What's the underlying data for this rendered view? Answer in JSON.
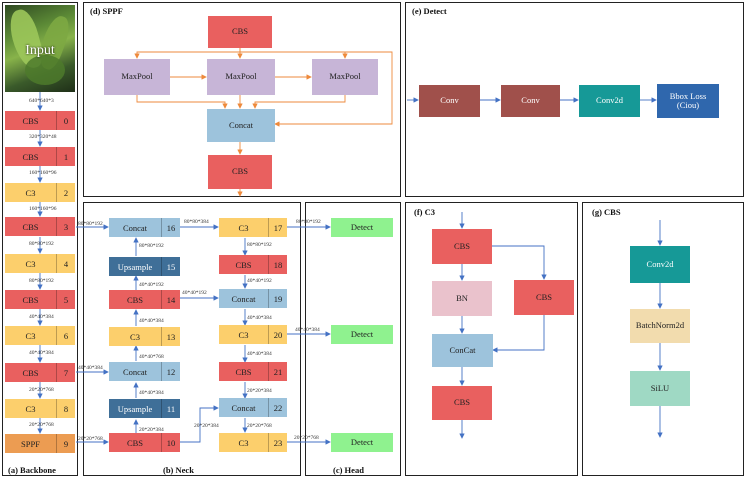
{
  "input_label": "Input",
  "backbone": {
    "caption": "(a) Backbone",
    "modules": [
      {
        "name": "CBS",
        "idx": "0"
      },
      {
        "name": "CBS",
        "idx": "1"
      },
      {
        "name": "C3",
        "idx": "2"
      },
      {
        "name": "CBS",
        "idx": "3"
      },
      {
        "name": "C3",
        "idx": "4"
      },
      {
        "name": "CBS",
        "idx": "5"
      },
      {
        "name": "C3",
        "idx": "6"
      },
      {
        "name": "CBS",
        "idx": "7"
      },
      {
        "name": "C3",
        "idx": "8"
      },
      {
        "name": "SPPF",
        "idx": "9"
      }
    ],
    "sizes": [
      "640*640*3",
      "320*320*48",
      "160*160*96",
      "160*160*96",
      "80*80*192",
      "80*80*192",
      "40*40*384",
      "40*40*384",
      "20*20*768",
      "20*20*768"
    ]
  },
  "neck": {
    "caption": "(b) Neck",
    "left": [
      {
        "name": "Concat",
        "idx": "16"
      },
      {
        "name": "Upsample",
        "idx": "15"
      },
      {
        "name": "CBS",
        "idx": "14"
      },
      {
        "name": "C3",
        "idx": "13"
      },
      {
        "name": "Concat",
        "idx": "12"
      },
      {
        "name": "Upsample",
        "idx": "11"
      },
      {
        "name": "CBS",
        "idx": "10"
      }
    ],
    "right": [
      {
        "name": "C3",
        "idx": "17"
      },
      {
        "name": "CBS",
        "idx": "18"
      },
      {
        "name": "Concat",
        "idx": "19"
      },
      {
        "name": "C3",
        "idx": "20"
      },
      {
        "name": "CBS",
        "idx": "21"
      },
      {
        "name": "Concat",
        "idx": "22"
      },
      {
        "name": "C3",
        "idx": "23"
      }
    ],
    "left_sizes": [
      "80*80*192",
      "40*40*192",
      "40*40*384",
      "40*40*768",
      "40*40*384",
      "20*20*384"
    ],
    "right_sizes": [
      "80*80*192",
      "40*40*192",
      "40*40*384",
      "40*40*384",
      "20*20*384",
      "20*20*768"
    ],
    "cross_sizes": {
      "c16_c17": "80*80*384",
      "c14_c19": "40*40*192",
      "c10_c22": "20*20*384",
      "b7_c12": "40*40*384",
      "b9_c10": "20*20*768",
      "b3_c16": "80*80*192"
    }
  },
  "head": {
    "caption": "(c) Head",
    "detect_label": "Detect",
    "sizes": [
      "80*80*192",
      "40*40*384",
      "20*20*768"
    ]
  },
  "sppf": {
    "caption": "(d) SPPF",
    "top": "CBS",
    "pool": "MaxPool",
    "concat": "Concat",
    "bottom": "CBS"
  },
  "detect": {
    "caption": "(e) Detect",
    "conv1": "Conv",
    "conv2": "Conv",
    "conv2d": "Conv2d",
    "loss_line1": "Bbox Loss",
    "loss_line2": "(Ciou)"
  },
  "c3": {
    "caption": "(f) C3",
    "cbs1": "CBS",
    "bn": "BN",
    "cbs_side": "CBS",
    "concat": "ConCat",
    "cbs2": "CBS"
  },
  "cbs": {
    "caption": "(g) CBS",
    "conv2d": "Conv2d",
    "bn": "BatchNorm2d",
    "act": "SiLU"
  }
}
